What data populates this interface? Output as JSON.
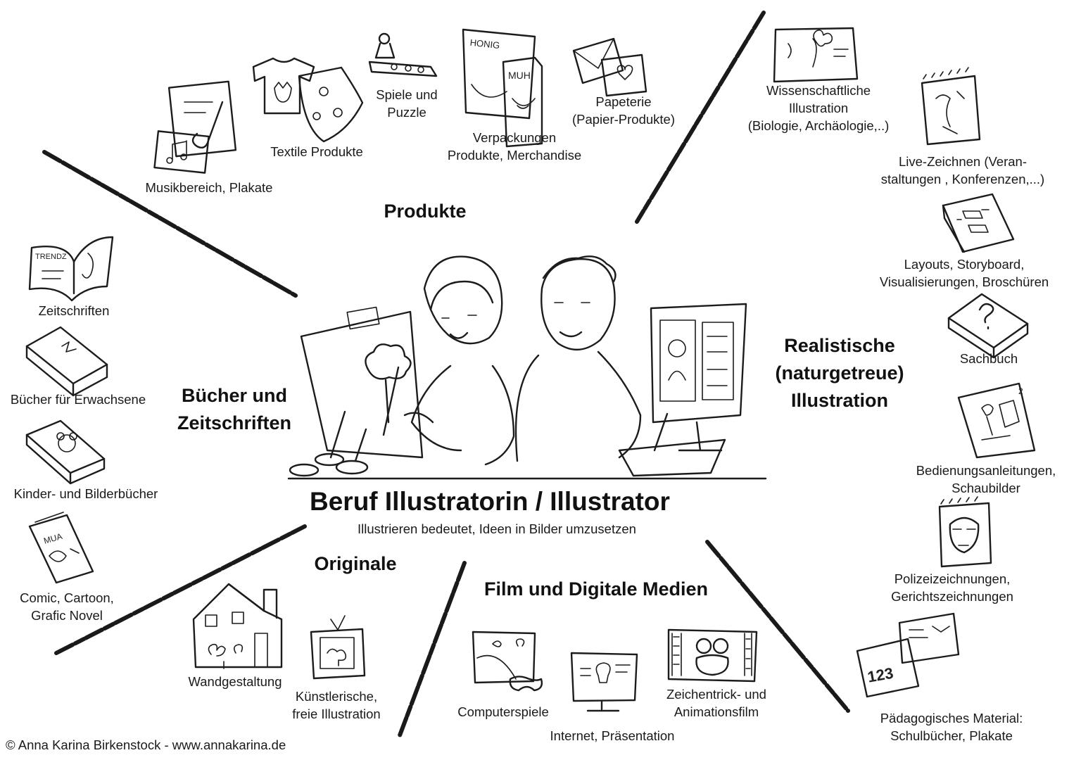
{
  "title": "Beruf Illustratorin / Illustrator",
  "subtitle": "Illustrieren bedeutet, Ideen in Bilder umzusetzen",
  "footer": "© Anna Karina Birkenstock - www.annakarina.de",
  "sections": {
    "produkte": [
      "Produkte"
    ],
    "buecher": [
      "Bücher und",
      "Zeitschriften"
    ],
    "realistisch": [
      "Realistische",
      "(naturgetreue)",
      "Illustration"
    ],
    "originale": [
      "Originale"
    ],
    "film": [
      "Film und Digitale Medien"
    ]
  },
  "items": {
    "musikbereich": [
      "Musikbereich, Plakate"
    ],
    "textile": [
      "Textile Produkte"
    ],
    "spiele": [
      "Spiele und",
      "Puzzle"
    ],
    "verpackungen": [
      "Verpackungen",
      "Produkte, Merchandise"
    ],
    "papeterie": [
      "Papeterie",
      "(Papier-Produkte)"
    ],
    "wissenschaft": [
      "Wissenschaftliche",
      "Illustration",
      "(Biologie, Archäologie,..)"
    ],
    "live": [
      "Live-Zeichnen (Veran-",
      "staltungen , Konferenzen,...)"
    ],
    "layouts": [
      "Layouts, Storyboard,",
      "Visualisierungen, Broschüren"
    ],
    "sachbuch": [
      "Sachbuch"
    ],
    "bedienung": [
      "Bedienungsanleitungen,",
      "Schaubilder"
    ],
    "polizei": [
      "Polizeizeichnungen,",
      "Gerichtszeichnungen"
    ],
    "paedagogik": [
      "Pädagogisches Material:",
      "Schulbücher, Plakate"
    ],
    "zeitschriften": [
      "Zeitschriften"
    ],
    "erwachsene": [
      "Bücher für Erwachsene"
    ],
    "kinder": [
      "Kinder- und Bilderbücher"
    ],
    "comic": [
      "Comic, Cartoon,",
      "Grafic Novel"
    ],
    "wand": [
      "Wandgestaltung"
    ],
    "kuenstlerisch": [
      "Künstlerische,",
      "freie Illustration"
    ],
    "computerspiele": [
      "Computerspiele"
    ],
    "internet": [
      "Internet, Präsentation"
    ],
    "zeichentrick": [
      "Zeichentrick- und",
      "Animationsfilm"
    ]
  },
  "icon_texts": {
    "honig": "HONIG",
    "muh": "MUH",
    "trends": "TRENDZ",
    "comic": "MUA",
    "numbers": "123"
  }
}
